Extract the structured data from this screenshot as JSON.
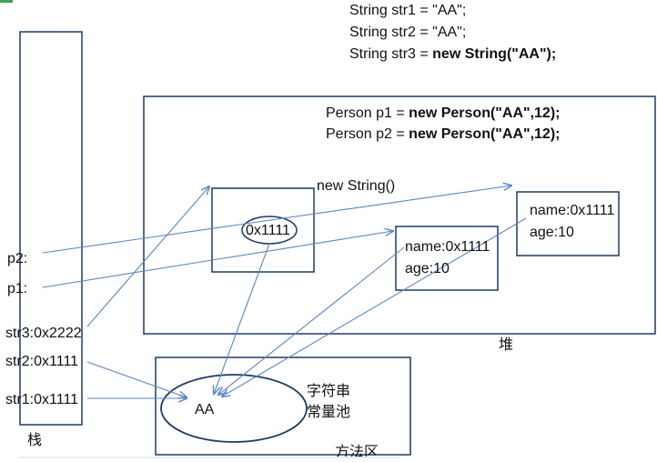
{
  "code_top": {
    "line1": "String str1 = \"AA\";",
    "line2": "String str2 = \"AA\";",
    "line3_prefix": "String str3 = ",
    "line3_bold": "new String(\"AA\");"
  },
  "code_heap": {
    "line1_prefix": "Person p1 = ",
    "line1_bold": "new Person(\"AA\",12);",
    "line2_prefix": "Person p2 = ",
    "line2_bold": "new Person(\"AA\",12);"
  },
  "new_string_label": "new String()",
  "oval_address": "0x1111",
  "person1": {
    "name": "name:0x1111",
    "age": "age:10"
  },
  "person2": {
    "name": "name:0x1111",
    "age": "age:10"
  },
  "stack_vars": {
    "p2": "p2:",
    "p1": "p1:",
    "str3": "str3:0x2222",
    "str2": "str2:0x1111",
    "str1": "str1:0x1111"
  },
  "stack_label": "栈",
  "heap_label": "堆",
  "pool_value": "AA",
  "pool_label_line1": "字符串",
  "pool_label_line2": "常量池",
  "method_area_label": "方法区",
  "colors": {
    "box_border": "#1f3a66",
    "arrow": "#5b86c4",
    "text": "#111111"
  }
}
